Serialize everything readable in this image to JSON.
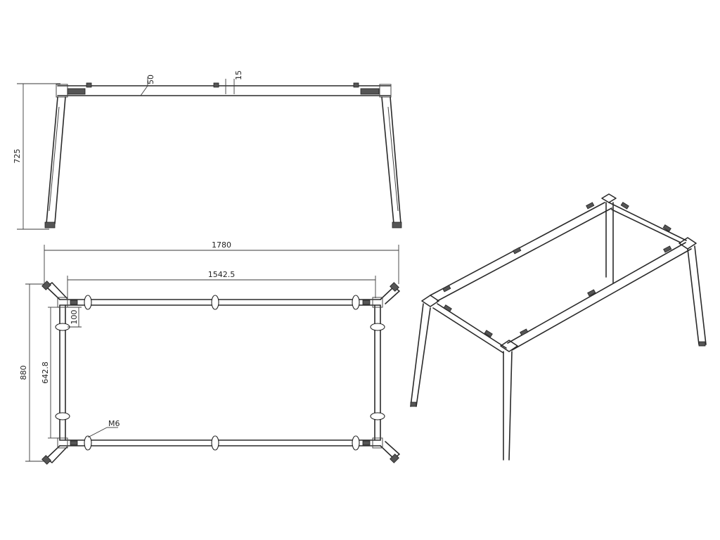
{
  "dimensions": {
    "height": "725",
    "tube_width": "50",
    "tube_gap": "15",
    "total_length": "1780",
    "inner_length": "1542.5",
    "total_width": "880",
    "inner_width": "642.8",
    "offset": "100",
    "thread": "M6"
  },
  "colors": {
    "line": "#2a2a2a",
    "background": "#ffffff"
  }
}
